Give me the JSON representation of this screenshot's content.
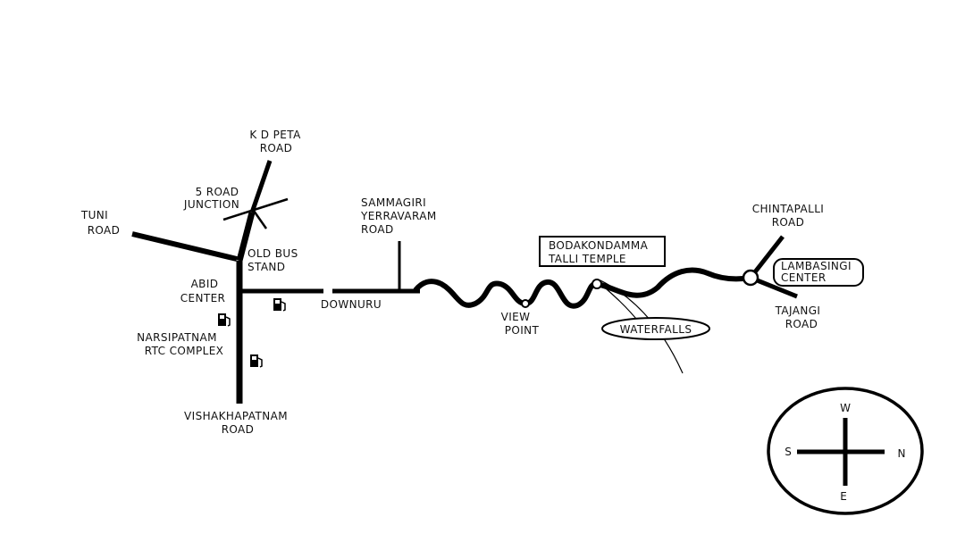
{
  "labels": {
    "kd_peta_line1": "K D PETA",
    "kd_peta_line2": "ROAD",
    "five_road_line1": "5 ROAD",
    "five_road_line2": "JUNCTION",
    "tuni_line1": "TUNI",
    "tuni_line2": "ROAD",
    "old_bus_line1": "OLD BUS",
    "old_bus_line2": "STAND",
    "abid_line1": "ABID",
    "abid_line2": "CENTER",
    "narsipatnam_line1": "NARSIPATNAM",
    "narsipatnam_line2": "RTC COMPLEX",
    "vishakhapatnam_line1": "VISHAKHAPATNAM",
    "vishakhapatnam_line2": "ROAD",
    "downuru": "DOWNURU",
    "sammagiri_line1": "SAMMAGIRI",
    "sammagiri_line2": "YERRAVARAM",
    "sammagiri_line3": "ROAD",
    "view_point_line1": "VIEW",
    "view_point_line2": "POINT",
    "temple_line1": "BODAKONDAMMA",
    "temple_line2": "TALLI TEMPLE",
    "waterfalls": "WATERFALLS",
    "chintapalli_line1": "CHINTAPALLI",
    "chintapalli_line2": "ROAD",
    "lambasingi_line1": "LAMBASINGI",
    "lambasingi_line2": "CENTER",
    "tajangi_line1": "TAJANGI",
    "tajangi_line2": "ROAD"
  },
  "compass": {
    "north": "N",
    "south": "S",
    "east": "E",
    "west": "W"
  },
  "icons": {
    "fuel_station_1": "fuel-pump-icon",
    "fuel_station_2": "fuel-pump-icon",
    "fuel_station_3": "fuel-pump-icon"
  },
  "colors": {
    "ink": "#000000",
    "background": "#ffffff"
  }
}
